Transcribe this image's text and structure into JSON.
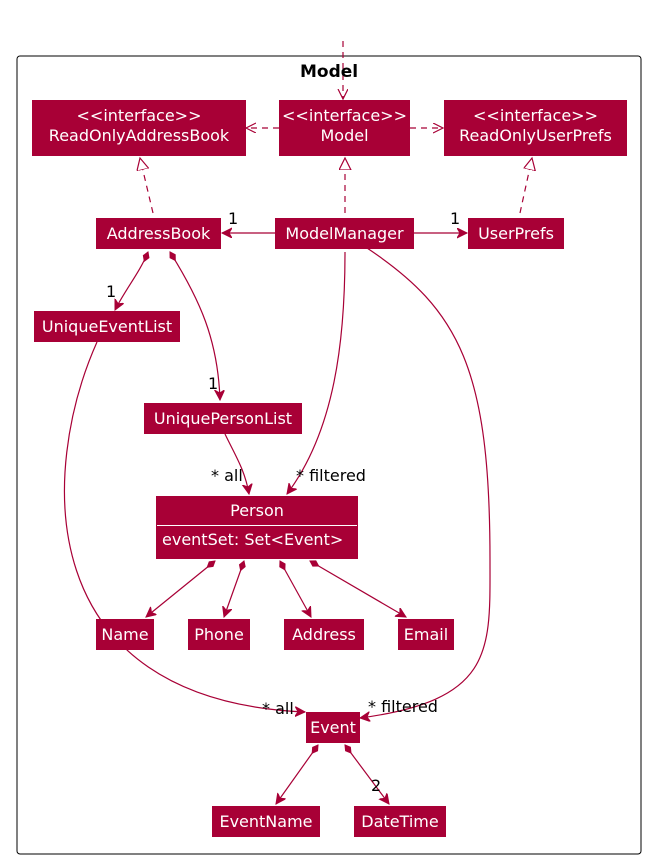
{
  "package": {
    "title": "Model"
  },
  "nodes": {
    "read_only_address_book": {
      "stereotype": "<<interface>>",
      "name": "ReadOnlyAddressBook"
    },
    "model": {
      "stereotype": "<<interface>>",
      "name": "Model"
    },
    "read_only_user_prefs": {
      "stereotype": "<<interface>>",
      "name": "ReadOnlyUserPrefs"
    },
    "address_book": {
      "name": "AddressBook"
    },
    "model_manager": {
      "name": "ModelManager"
    },
    "user_prefs": {
      "name": "UserPrefs"
    },
    "unique_event_list": {
      "name": "UniqueEventList"
    },
    "unique_person_list": {
      "name": "UniquePersonList"
    },
    "person": {
      "name": "Person",
      "attribute": "eventSet: Set<Event>"
    },
    "name": {
      "name": "Name"
    },
    "phone": {
      "name": "Phone"
    },
    "address": {
      "name": "Address"
    },
    "email": {
      "name": "Email"
    },
    "event": {
      "name": "Event"
    },
    "event_name": {
      "name": "EventName"
    },
    "date_time": {
      "name": "DateTime"
    }
  },
  "multiplicities": {
    "mm_to_address_book": "1",
    "mm_to_user_prefs": "1",
    "ab_to_unique_event_list": "1",
    "ab_to_unique_person_list": "1",
    "upl_to_person": "* all",
    "mm_to_person": "* filtered",
    "uel_to_event": "* all",
    "mm_to_event": "* filtered",
    "event_to_date_time": "2"
  },
  "colors": {
    "node_fill": "#a80036",
    "node_text": "#ffffff",
    "edge": "#a80036",
    "frame": "#000000"
  }
}
